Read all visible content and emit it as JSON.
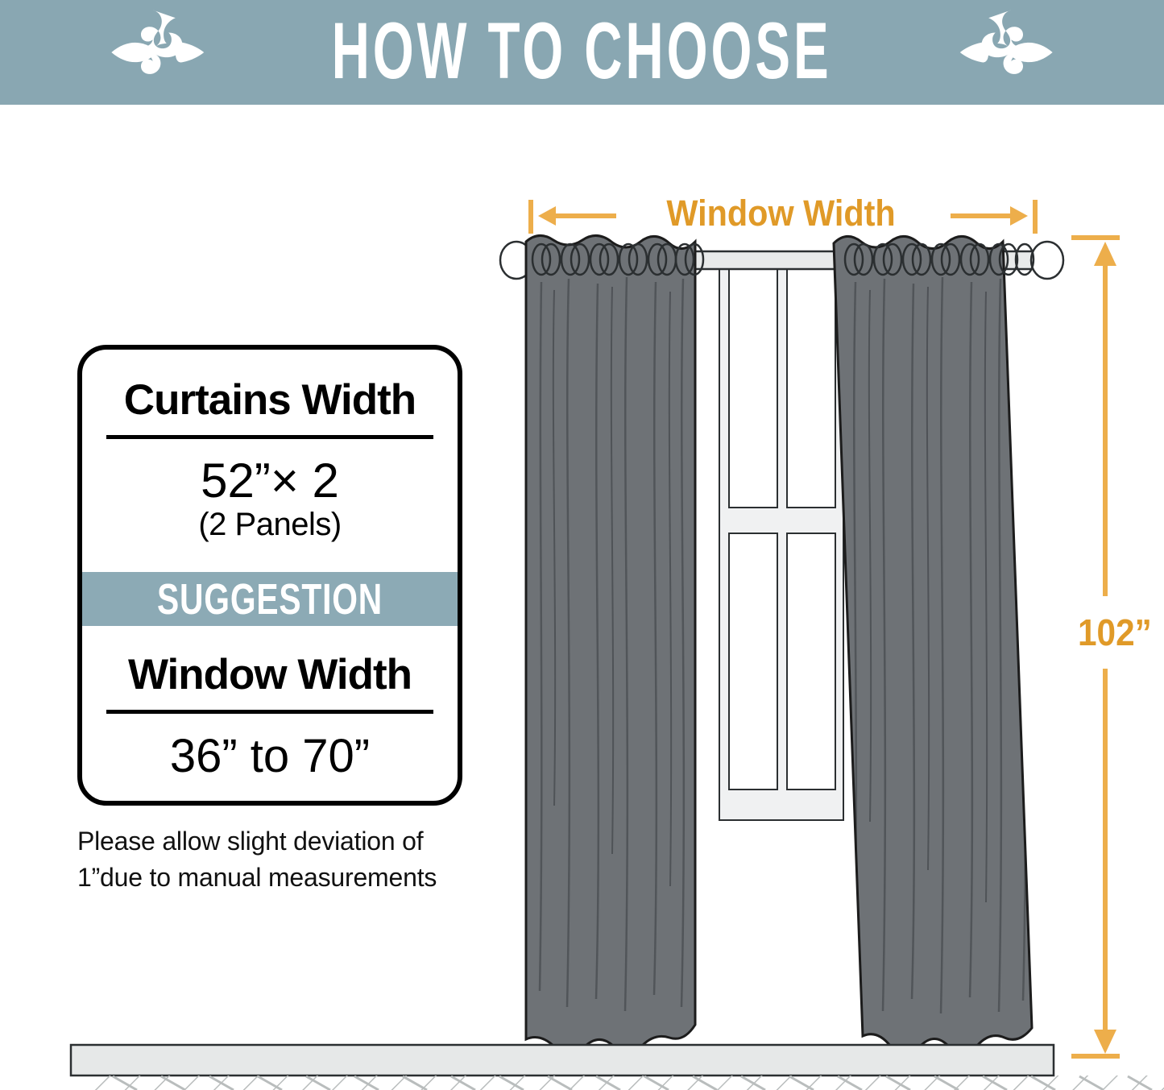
{
  "banner": {
    "title": "HOW TO CHOOSE",
    "background_color": "#89a7b2",
    "text_color": "#ffffff",
    "left_ornament": "fleur-de-lis",
    "right_ornament": "fleur-de-lis"
  },
  "card": {
    "curtains_width_label": "Curtains Width",
    "curtains_width_value": "52”× 2",
    "curtains_width_note": "(2 Panels)",
    "suggestion_label": "SUGGESTION",
    "suggestion_band_color": "#8caab5",
    "window_width_label": "Window Width",
    "window_width_value": "36” to 70”",
    "border_color": "#000000"
  },
  "caption": {
    "line1": "Please allow slight deviation of",
    "line2": "1”due to manual measurements"
  },
  "diagram": {
    "window_width_dimension_label": "Window Width",
    "height_dimension_label": "102”",
    "accent_color": "#e09a28",
    "dimension_line_color": "#edae4b",
    "curtain_color": "#6e7276",
    "curtain_outline_color": "#1c1c1c",
    "rod_color": "#e8eaea",
    "window_frame_color": "#f0f1f2",
    "floor_color": "#e6e8e8",
    "panel_count": 2
  }
}
